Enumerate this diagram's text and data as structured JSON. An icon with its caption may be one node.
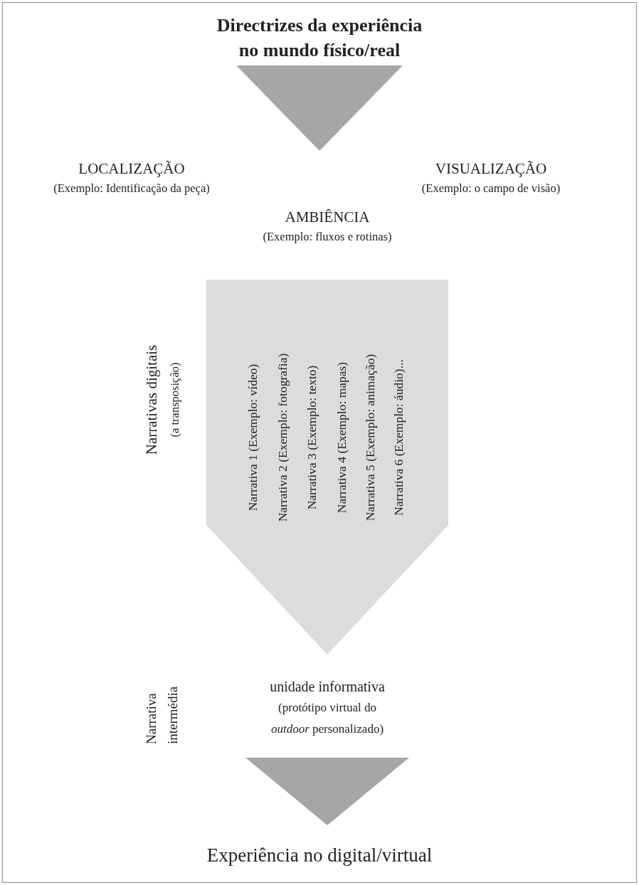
{
  "diagram": {
    "nodes": [
      {
        "text": [
          "Directrizes da experiência no mundo físico/real"
        ]
      },
      {
        "text": [
          "LOCALIZAÇÃO",
          "(Exemplo: Identificação da peça)"
        ]
      },
      {
        "text": [
          "VISUALIZAÇÃO",
          "(Exemplo: o campo de visão)"
        ]
      },
      {
        "text": [
          "AMBIÊNCIA",
          "(Exemplo: fluxos e rotinas)"
        ]
      },
      {
        "text": [
          "Narrativa 1 (Exemplo: vídeo)",
          "Narrativa 2 (Exemplo: fotografia)",
          "Narrativa 3 (Exemplo: texto)",
          "Narrativa 4 (Exemplo: mapas)",
          "Narrativa 5 (Exemplo: animação)",
          "Narrativa 6 (Exemplo: áudio)..."
        ]
      },
      {
        "text": [
          "unidade informativa",
          "(protótipo virtual do *outdoor* personalizado)"
        ]
      },
      {
        "text": [
          "Experiência no digital/virtual"
        ]
      }
    ],
    "edges": [
      {
        "from": 0,
        "to": 3,
        "arrow": "to"
      },
      {
        "from": 5,
        "to": 6,
        "arrow": "to"
      }
    ],
    "labels": [
      "Narrativas digitais",
      "(a transposição)",
      "Narrativa intermédia"
    ]
  }
}
